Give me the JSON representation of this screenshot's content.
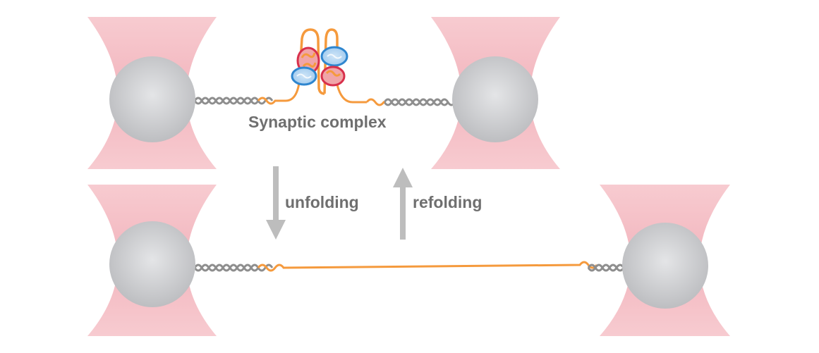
{
  "labels": {
    "synaptic_complex": "Synaptic complex",
    "unfolding": "unfolding",
    "refolding": "refolding"
  },
  "colors": {
    "trap_beam": "#f4b8c0",
    "bead": "#c9cacc",
    "dna_handle": "#8e8e8e",
    "protein_linker": "#f59a3d",
    "red_helix": "#d8304c",
    "blue_helix": "#2f86cf",
    "arrow": "#bdbdbd",
    "label_text": "#6f6f6f"
  }
}
